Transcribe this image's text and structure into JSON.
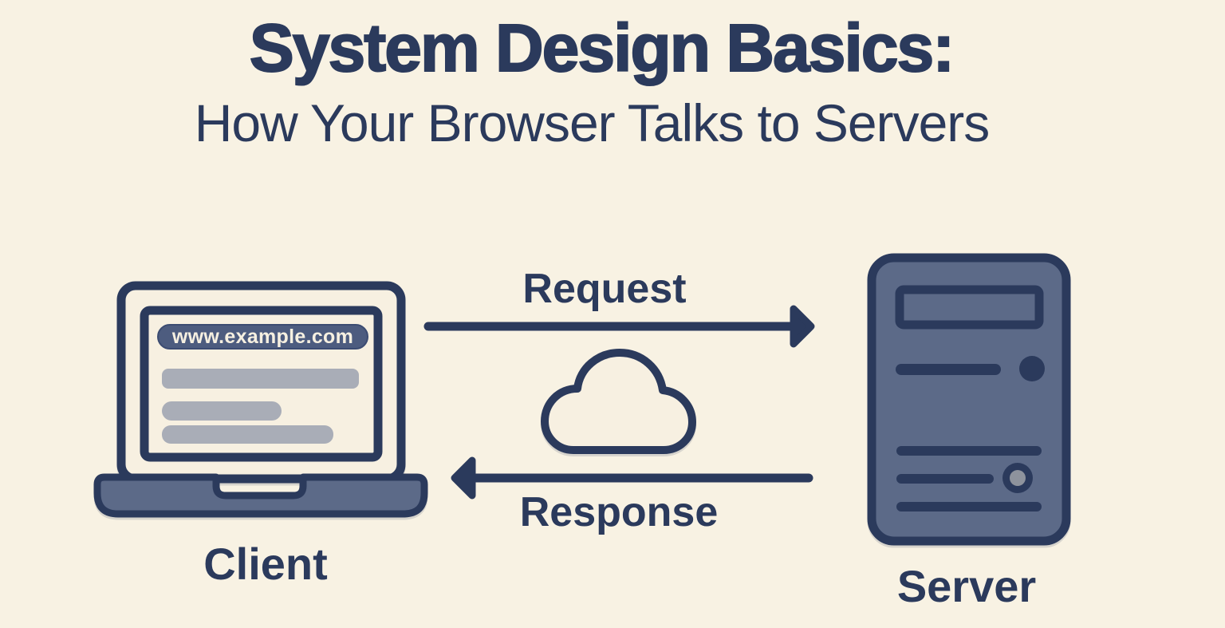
{
  "header": {
    "title": "System Design Basics:",
    "subtitle": "How Your Browser Talks to Servers"
  },
  "client": {
    "label": "Client",
    "browser_url": "www.example.com"
  },
  "server": {
    "label": "Server"
  },
  "flow": {
    "request_label": "Request",
    "response_label": "Response"
  },
  "colors": {
    "background": "#f8f2e3",
    "ink_navy": "#2b3a5c",
    "slate_blue": "#5c6a88",
    "url_pill": "#4d5c7f",
    "content_bar_gray": "#a9adb7",
    "led_gray": "#8e939d",
    "url_text": "#f6f0e1",
    "screen_fill": "#f7f0e1"
  }
}
